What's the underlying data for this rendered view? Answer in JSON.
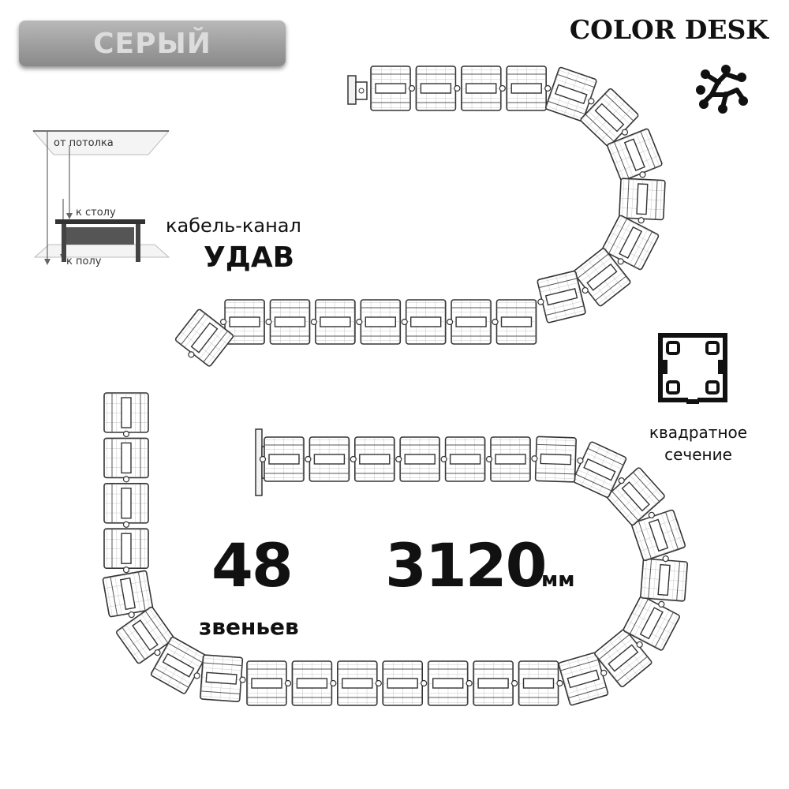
{
  "badge": {
    "color_name": "СЕРЫЙ"
  },
  "brand": {
    "name": "COLOR DESK",
    "logo_icon": "molecule-logo-icon"
  },
  "diagram": {
    "from_ceiling": "от потолка",
    "to_table": "к столу",
    "to_floor": "к полу"
  },
  "product": {
    "type": "кабель-канал",
    "name": "УДАВ"
  },
  "section": {
    "line1": "квадратное",
    "line2": "сечение",
    "icon": "square-profile-icon"
  },
  "specs": {
    "links_count": "48",
    "links_label": "звеньев",
    "length_value": "3120",
    "length_unit": "мм"
  },
  "colors": {
    "badge_gray": "#9e9e9e",
    "outline": "#333333",
    "text": "#111111"
  },
  "chain": {
    "link_count": 48
  }
}
